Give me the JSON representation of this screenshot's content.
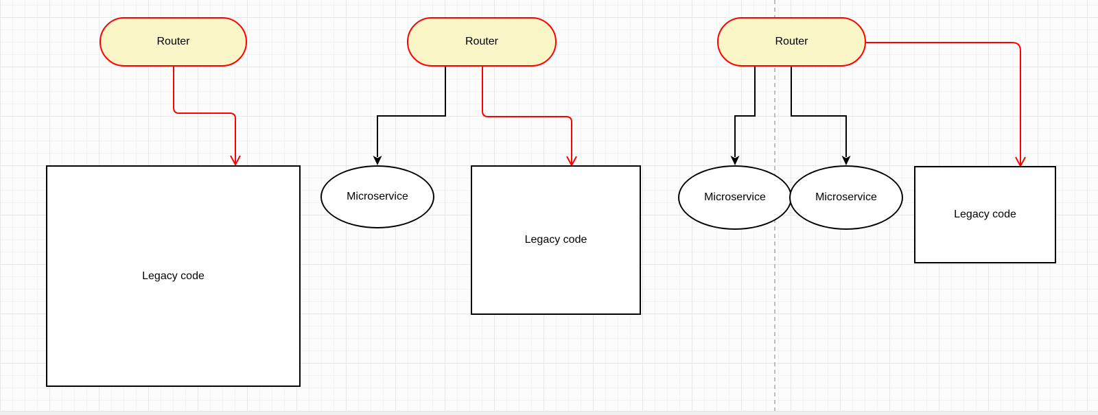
{
  "diagram_title": "strangler-fig-migration-stages",
  "colors": {
    "router_fill": "#FBF6C8",
    "router_stroke": "#FF0000",
    "red_arrow": "#FF0000",
    "black_arrow": "#000000",
    "node_stroke": "#000000",
    "node_fill": "#FFFFFF",
    "divider": "#A8A8A8"
  },
  "stages": [
    {
      "router": "Router",
      "legacy": "Legacy code",
      "microservices": []
    },
    {
      "router": "Router",
      "legacy": "Legacy code",
      "microservices": [
        "Microservice"
      ]
    },
    {
      "router": "Router",
      "legacy": "Legacy code",
      "microservices": [
        "Microservice",
        "Microservice"
      ]
    }
  ]
}
